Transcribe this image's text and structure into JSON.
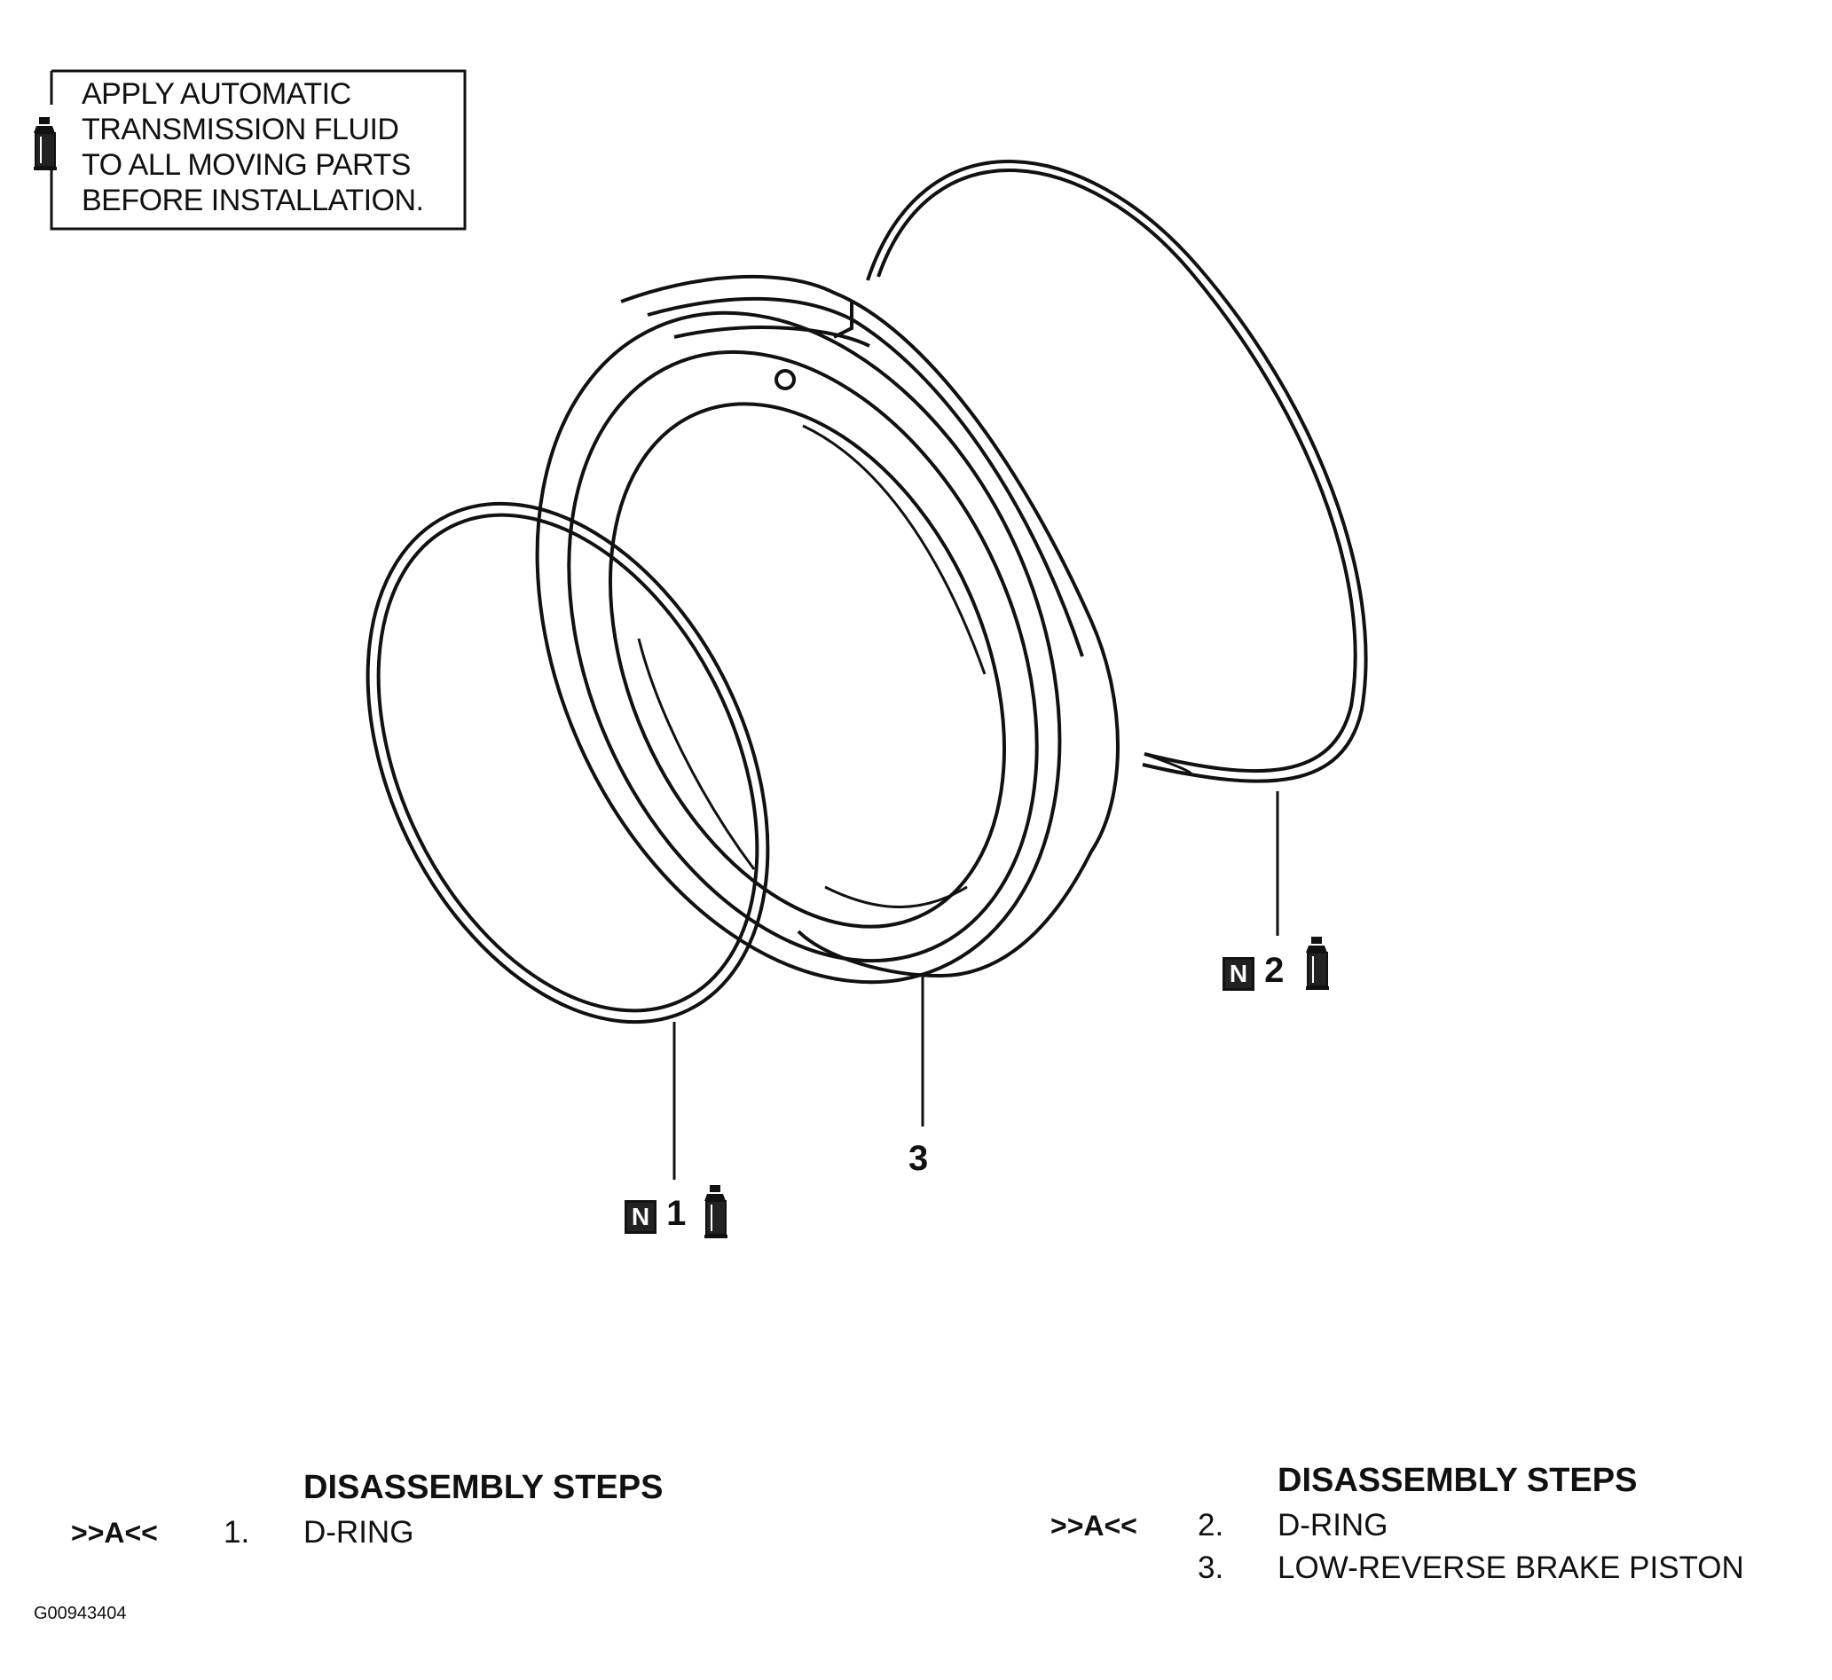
{
  "note": {
    "lines": [
      "APPLY AUTOMATIC",
      "TRANSMISSION FLUID",
      "TO ALL MOVING PARTS",
      "BEFORE INSTALLATION."
    ]
  },
  "callouts": {
    "part1": {
      "number": "1",
      "badge": "N"
    },
    "part2": {
      "number": "2",
      "badge": "N"
    },
    "part3": {
      "number": "3"
    }
  },
  "icons": [
    "oil-bottle-icon",
    "new-part-badge-icon"
  ],
  "steps_left": {
    "title": "DISASSEMBLY STEPS",
    "items": [
      {
        "ref": ">>A<<",
        "num": "1.",
        "text": "D-RING"
      }
    ]
  },
  "steps_right": {
    "title": "DISASSEMBLY STEPS",
    "items": [
      {
        "ref": ">>A<<",
        "num": "2.",
        "text": "D-RING"
      },
      {
        "ref": "",
        "num": "3.",
        "text": "LOW-REVERSE BRAKE PISTON"
      }
    ]
  },
  "figure_id": "G00943404"
}
